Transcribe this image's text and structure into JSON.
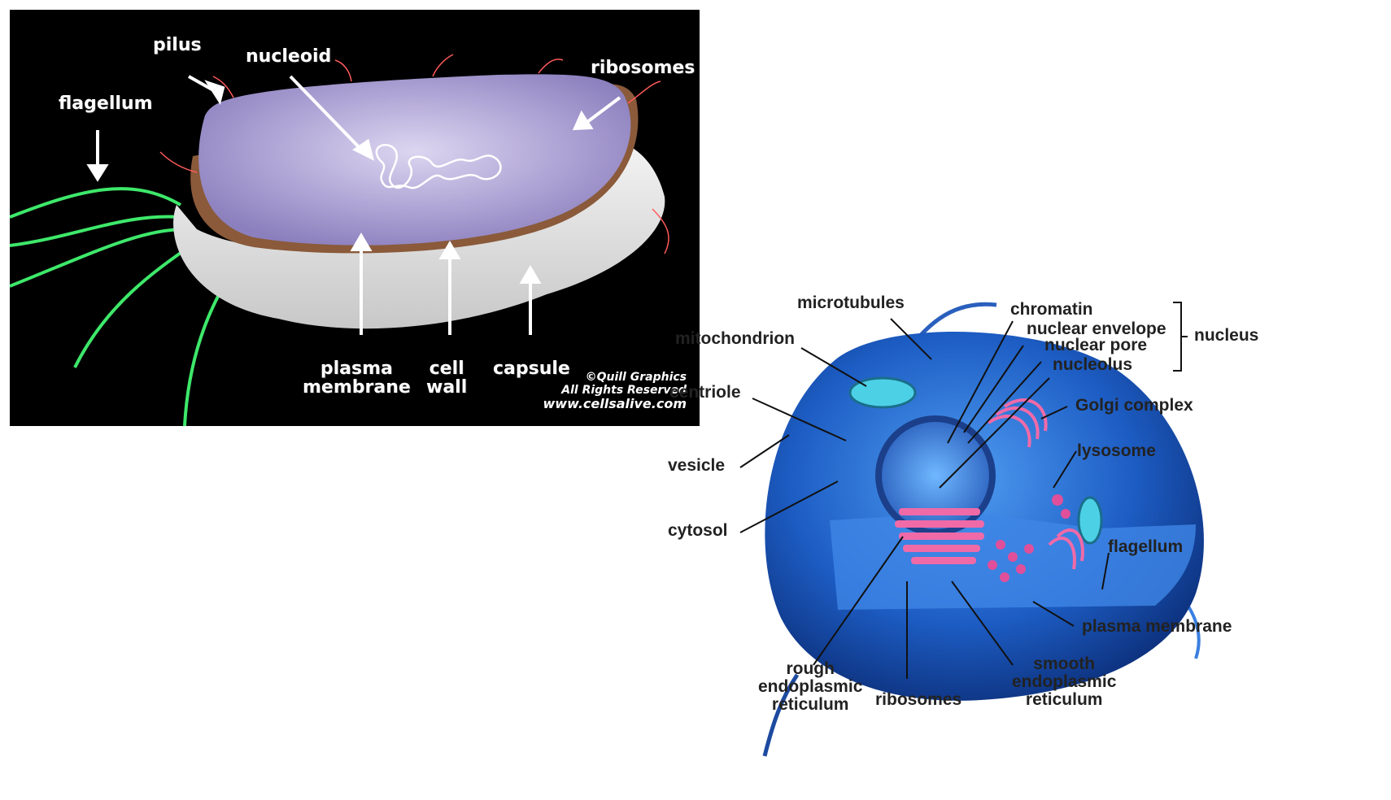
{
  "prokaryote": {
    "labels": {
      "pilus": "pilus",
      "nucleoid": "nucleoid",
      "ribosomes": "ribosomes",
      "flagellum": "flagellum",
      "plasma_membrane": "plasma\nmembrane",
      "cell_wall": "cell\nwall",
      "capsule": "capsule"
    },
    "credit": [
      "©Quill Graphics",
      "All Rights Reserved",
      "www.cellsalive.com"
    ]
  },
  "eukaryote": {
    "labels": {
      "microtubules": "microtubules",
      "mitochondrion": "mitochondrion",
      "centriole": "centriole",
      "vesicle": "vesicle",
      "cytosol": "cytosol",
      "chromatin": "chromatin",
      "nuclear_envelope": "nuclear envelope",
      "nuclear_pore": "nuclear pore",
      "nucleolus": "nucleolus",
      "nucleus": "nucleus",
      "golgi_complex": "Golgi complex",
      "lysosome": "lysosome",
      "flagellum": "flagellum",
      "plasma_membrane": "plasma membrane",
      "smooth_er": "smooth\nendoplasmic\nreticulum",
      "ribosomes": "ribosomes",
      "rough_er": "rough\nendoplasmic\nreticulum"
    }
  },
  "colors": {
    "prok_background": "#000000",
    "prok_cell": "#a79ccb",
    "prok_wall": "#8a5a3a",
    "prok_capsule": "#e6e6e6",
    "prok_flagella": "#3ee86a",
    "euk_cytoplasm": "#1f5fc8",
    "euk_er": "#f06aa8"
  }
}
